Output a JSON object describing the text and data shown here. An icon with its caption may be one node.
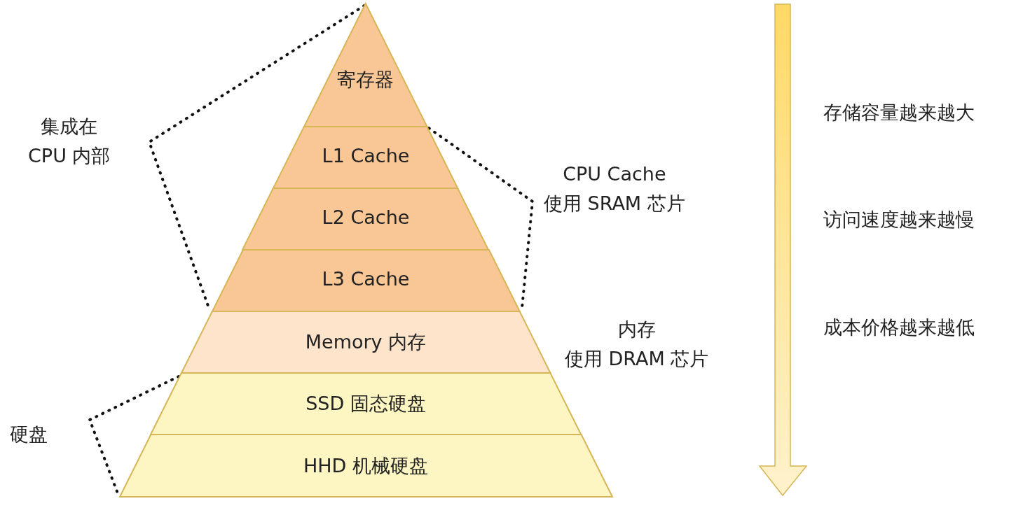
{
  "diagram": {
    "nodes": [
      {
        "text": [
          "寄存器"
        ]
      },
      {
        "text": [
          "L1 Cache"
        ]
      },
      {
        "text": [
          "L2 Cache"
        ]
      },
      {
        "text": [
          "L3 Cache"
        ]
      },
      {
        "text": [
          "Memory 内存"
        ]
      },
      {
        "text": [
          "SSD 固态硬盘"
        ]
      },
      {
        "text": [
          "HHD 机械硬盘"
        ]
      }
    ],
    "labels": [
      "集成在 CPU 内部",
      "CPU Cache 使用 SRAM 芯片",
      "内存使用 DRAM 芯片",
      "硬盘",
      "存储容量越来越大",
      "访问速度越来越慢",
      "成本价格越来越低"
    ]
  }
}
